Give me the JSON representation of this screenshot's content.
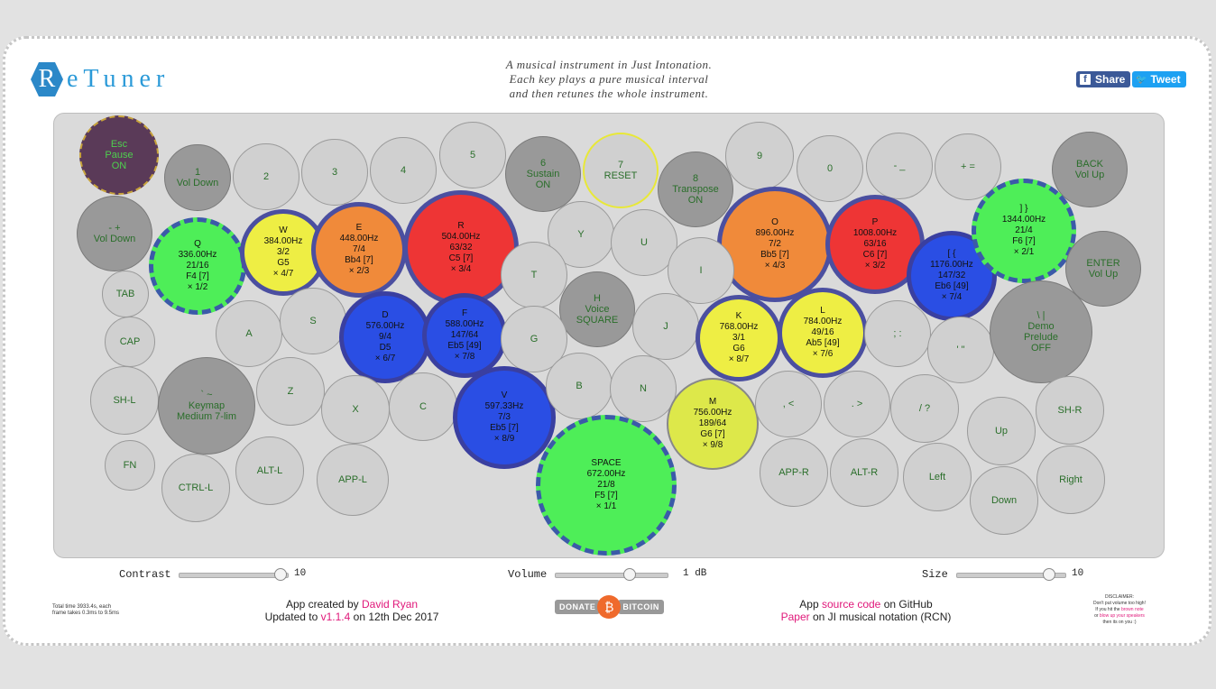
{
  "logo": {
    "letter": "R",
    "text": "eTuner"
  },
  "tagline": [
    "A musical instrument in Just Intonation.",
    "Each key plays a pure musical interval",
    "and then retunes the whole instrument."
  ],
  "share": {
    "facebook_icon": "f",
    "facebook_label": "Share",
    "twitter_icon": "🐦",
    "twitter_label": "Tweet"
  },
  "colors": {
    "note_red": "#ee3535",
    "note_orange": "#f08a3a",
    "note_yellow": "#eeee44",
    "note_green": "#4eee58",
    "note_blue": "#2a4ee4",
    "key_grey": "#d0d0d0",
    "key_dark": "#999999",
    "esc_purple": "#5a3a58"
  },
  "keys": [
    {
      "id": "esc",
      "lines": [
        "Esc",
        "Pause",
        "ON"
      ]
    },
    {
      "id": "1",
      "lines": [
        "1",
        "Vol Down"
      ]
    },
    {
      "id": "2",
      "lines": [
        "2"
      ]
    },
    {
      "id": "3",
      "lines": [
        "3"
      ]
    },
    {
      "id": "4",
      "lines": [
        "4"
      ]
    },
    {
      "id": "5",
      "lines": [
        "5"
      ]
    },
    {
      "id": "6",
      "lines": [
        "6",
        "Sustain",
        "ON"
      ]
    },
    {
      "id": "7",
      "lines": [
        "7",
        "RESET"
      ]
    },
    {
      "id": "8",
      "lines": [
        "8",
        "Transpose",
        "ON"
      ]
    },
    {
      "id": "9",
      "lines": [
        "9"
      ]
    },
    {
      "id": "0",
      "lines": [
        "0"
      ]
    },
    {
      "id": "minus",
      "lines": [
        "- _"
      ]
    },
    {
      "id": "plus",
      "lines": [
        "+ ="
      ]
    },
    {
      "id": "back",
      "lines": [
        "BACK",
        "Vol Up"
      ]
    },
    {
      "id": "tilde",
      "lines": [
        "- +",
        "Vol Down"
      ]
    },
    {
      "id": "q",
      "lines": [
        "Q",
        "336.00Hz",
        "21/16",
        "F4 [7]",
        "× 1/2"
      ]
    },
    {
      "id": "w",
      "lines": [
        "W",
        "384.00Hz",
        "3/2",
        "G5",
        "× 4/7"
      ]
    },
    {
      "id": "e",
      "lines": [
        "E",
        "448.00Hz",
        "7/4",
        "Bb4 [7]",
        "× 2/3"
      ]
    },
    {
      "id": "r",
      "lines": [
        "R",
        "504.00Hz",
        "63/32",
        "C5 [7]",
        "× 3/4"
      ]
    },
    {
      "id": "y",
      "lines": [
        "Y"
      ]
    },
    {
      "id": "u",
      "lines": [
        "U"
      ]
    },
    {
      "id": "o",
      "lines": [
        "O",
        "896.00Hz",
        "7/2",
        "Bb5 [7]",
        "× 4/3"
      ]
    },
    {
      "id": "p",
      "lines": [
        "P",
        "1008.00Hz",
        "63/16",
        "C6 [7]",
        "× 3/2"
      ]
    },
    {
      "id": "bracket",
      "lines": [
        "[ {",
        "1176.00Hz",
        "147/32",
        "Eb6 [49]",
        "× 7/4"
      ]
    },
    {
      "id": "rbracket",
      "lines": [
        "] }",
        "1344.00Hz",
        "21/4",
        "F6 [7]",
        "× 2/1"
      ]
    },
    {
      "id": "enter",
      "lines": [
        "ENTER",
        "Vol Up"
      ]
    },
    {
      "id": "tab",
      "lines": [
        "TAB"
      ]
    },
    {
      "id": "t",
      "lines": [
        "T"
      ]
    },
    {
      "id": "i",
      "lines": [
        "I"
      ]
    },
    {
      "id": "h",
      "lines": [
        "H",
        "Voice",
        "SQUARE"
      ]
    },
    {
      "id": "cap",
      "lines": [
        "CAP"
      ]
    },
    {
      "id": "a",
      "lines": [
        "A"
      ]
    },
    {
      "id": "s",
      "lines": [
        "S"
      ]
    },
    {
      "id": "d",
      "lines": [
        "D",
        "576.00Hz",
        "9/4",
        "D5",
        "× 6/7"
      ]
    },
    {
      "id": "f",
      "lines": [
        "F",
        "588.00Hz",
        "147/64",
        "Eb5 [49]",
        "× 7/8"
      ]
    },
    {
      "id": "g",
      "lines": [
        "G"
      ]
    },
    {
      "id": "j",
      "lines": [
        "J"
      ]
    },
    {
      "id": "k",
      "lines": [
        "K",
        "768.00Hz",
        "3/1",
        "G6",
        "× 8/7"
      ]
    },
    {
      "id": "l",
      "lines": [
        "L",
        "784.00Hz",
        "49/16",
        "Ab5 [49]",
        "× 7/6"
      ]
    },
    {
      "id": "semi",
      "lines": [
        "; :"
      ]
    },
    {
      "id": "quote",
      "lines": [
        "' \""
      ]
    },
    {
      "id": "backslash",
      "lines": [
        "\\ |",
        "Demo",
        "Prelude",
        "OFF"
      ]
    },
    {
      "id": "shl",
      "lines": [
        "SH-L"
      ]
    },
    {
      "id": "keymap",
      "lines": [
        "` ~",
        "Keymap",
        "Medium 7-lim"
      ]
    },
    {
      "id": "z",
      "lines": [
        "Z"
      ]
    },
    {
      "id": "x",
      "lines": [
        "X"
      ]
    },
    {
      "id": "c",
      "lines": [
        "C"
      ]
    },
    {
      "id": "v",
      "lines": [
        "V",
        "597.33Hz",
        "7/3",
        "Eb5 [7]",
        "× 8/9"
      ]
    },
    {
      "id": "b",
      "lines": [
        "B"
      ]
    },
    {
      "id": "n",
      "lines": [
        "N"
      ]
    },
    {
      "id": "m",
      "lines": [
        "M",
        "756.00Hz",
        "189/64",
        "G6 [7]",
        "× 9/8"
      ]
    },
    {
      "id": "comma",
      "lines": [
        ", <"
      ]
    },
    {
      "id": "period",
      "lines": [
        ". >"
      ]
    },
    {
      "id": "slash",
      "lines": [
        "/ ?"
      ]
    },
    {
      "id": "up",
      "lines": [
        "Up"
      ]
    },
    {
      "id": "shr",
      "lines": [
        "SH-R"
      ]
    },
    {
      "id": "fn",
      "lines": [
        "FN"
      ]
    },
    {
      "id": "ctrll",
      "lines": [
        "CTRL-L"
      ]
    },
    {
      "id": "altl",
      "lines": [
        "ALT-L"
      ]
    },
    {
      "id": "appl",
      "lines": [
        "APP-L"
      ]
    },
    {
      "id": "space",
      "lines": [
        "SPACE",
        "672.00Hz",
        "21/8",
        "F5 [7]",
        "× 1/1"
      ]
    },
    {
      "id": "appr",
      "lines": [
        "APP-R"
      ]
    },
    {
      "id": "altr",
      "lines": [
        "ALT-R"
      ]
    },
    {
      "id": "left",
      "lines": [
        "Left"
      ]
    },
    {
      "id": "down",
      "lines": [
        "Down"
      ]
    },
    {
      "id": "right",
      "lines": [
        "Right"
      ]
    }
  ],
  "sliders": {
    "contrast": {
      "label": "Contrast",
      "value": "10",
      "fraction": 0.93
    },
    "volume": {
      "label": "Volume",
      "value": "1 dB",
      "fraction": 0.66
    },
    "size": {
      "label": "Size",
      "value": "10",
      "fraction": 0.85
    }
  },
  "footer": {
    "timing": "Total time 3933.4s, each frame takes 0.3ms to 9.5ms",
    "credit_prefix": "App created by",
    "author": "David Ryan",
    "updated_prefix": "Updated to",
    "version": "v1.1.4",
    "updated_suffix": "on 12th Dec 2017",
    "donate_left": "DONATE",
    "donate_symbol": "₿",
    "donate_right": "BITCOIN",
    "app_prefix": "App",
    "source_link": "source code",
    "source_suffix": "on GitHub",
    "paper_link": "Paper",
    "paper_suffix": "on JI musical notation (RCN)",
    "disclaimer_title": "DISCLAIMER:",
    "disclaimer_1": "Don't put volume too high!",
    "disclaimer_2": "If you hit the",
    "disclaimer_link1": "brown note",
    "disclaimer_3": "or",
    "disclaimer_link2": "blow up your speakers",
    "disclaimer_4": "then its on you :)"
  }
}
